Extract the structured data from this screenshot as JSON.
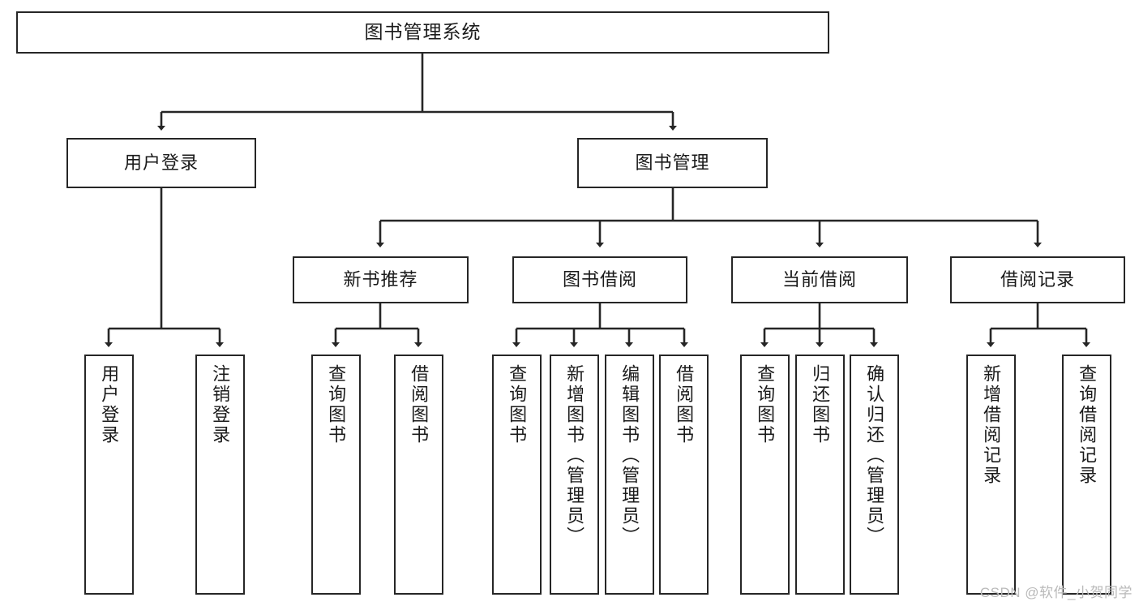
{
  "diagram": {
    "type": "tree",
    "title": "图书管理系统",
    "watermark": "CSDN @软件_小贺同学",
    "colors": {
      "border": "#262626",
      "background": "#ffffff",
      "text": "#1a1a1a",
      "watermark": "#b9b9b9"
    },
    "nodes": {
      "root": {
        "label": "图书管理系统"
      },
      "level2": [
        {
          "label": "用户登录"
        },
        {
          "label": "图书管理"
        }
      ],
      "level3": [
        {
          "label": "新书推荐"
        },
        {
          "label": "图书借阅"
        },
        {
          "label": "当前借阅"
        },
        {
          "label": "借阅记录"
        }
      ],
      "leaves": {
        "user_login": [
          {
            "label": "用户登录"
          },
          {
            "label": "注销登录"
          }
        ],
        "new_book": [
          {
            "label": "查询图书"
          },
          {
            "label": "借阅图书"
          }
        ],
        "book_borrow": [
          {
            "label": "查询图书"
          },
          {
            "label": "新增图书（管理员）"
          },
          {
            "label": "编辑图书（管理员）"
          },
          {
            "label": "借阅图书"
          }
        ],
        "current_borrow": [
          {
            "label": "查询图书"
          },
          {
            "label": "归还图书"
          },
          {
            "label": "确认归还（管理员）"
          }
        ],
        "borrow_record": [
          {
            "label": "新增借阅记录"
          },
          {
            "label": "查询借阅记录"
          }
        ]
      }
    }
  }
}
